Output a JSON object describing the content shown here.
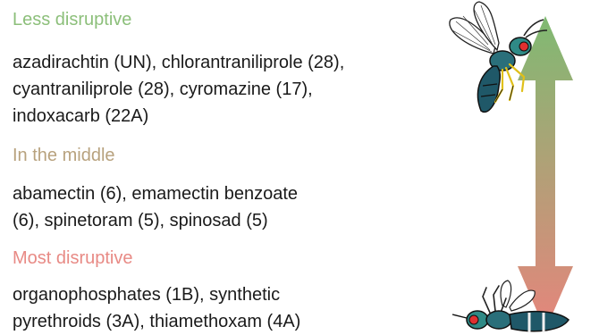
{
  "sections": {
    "less": {
      "heading": "Less disruptive",
      "lines": [
        "azadirachtin (UN), chlorantraniliprole (28),",
        "cyantraniliprole (28),  cyromazine (17),",
        "indoxacarb (22A)"
      ]
    },
    "middle": {
      "heading": "In the middle",
      "lines": [
        "abamectin (6), emamectin benzoate",
        "(6), spinetoram (5), spinosad (5)"
      ]
    },
    "most": {
      "heading": "Most disruptive",
      "lines": [
        "organophosphates (1B), synthetic",
        "pyrethroids (3A), thiamethoxam (4A)"
      ]
    }
  },
  "colors": {
    "less": "#8cbf7a",
    "middle": "#b8a27e",
    "most": "#e88a85",
    "arrow_top": "#7fba72",
    "arrow_bottom": "#e6857c"
  },
  "icons": {
    "top": "wasp-icon",
    "bottom": "dead-wasp-icon",
    "arrow": "double-arrow-icon"
  }
}
